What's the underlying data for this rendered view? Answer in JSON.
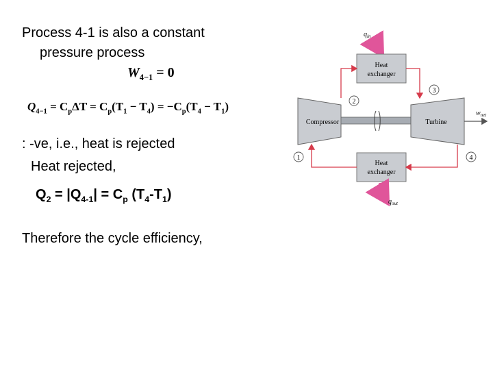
{
  "text": {
    "line1": "Process 4-1 is also a constant",
    "line2": "pressure process",
    "work_eq": {
      "symbol": "W",
      "subscript": "4−1",
      "rhs": "= 0"
    },
    "heat_eq": {
      "lhs": "Q",
      "lhs_sub": "4−1",
      "p1": " = C",
      "p1_sub": "p",
      "p2": "ΔT = C",
      "p2_sub": "p",
      "p3": "(T",
      "p3_sub": "1",
      "p4": " − T",
      "p4_sub": "4",
      "p5": ") = −C",
      "p5_sub": "p",
      "p6": "(T",
      "p6_sub": "4",
      "p7": " − T",
      "p7_sub": "1",
      "p8": ")"
    },
    "line3": ": -ve, i.e., heat is rejected",
    "line4": "Heat rejected,",
    "q2": {
      "a": "Q",
      "a_sub": "2",
      "b": " = |Q",
      "b_sub": "4-1",
      "c": "| = C",
      "c_sub": "p",
      "d": " (T",
      "d_sub": "4",
      "e": "-T",
      "e_sub": "1",
      "f": ")"
    },
    "line6": "Therefore the cycle efficiency,"
  },
  "diagram": {
    "q_in": "q",
    "q_in_sub": "in",
    "q_out": "q",
    "q_out_sub": "out",
    "w_net": "w",
    "w_net_sub": "net",
    "heat_exchanger_top": [
      "Heat",
      "exchanger"
    ],
    "heat_exchanger_bottom": [
      "Heat",
      "exchanger"
    ],
    "compressor": "Compressor",
    "turbine": "Turbine",
    "state_labels": [
      "1",
      "2",
      "3",
      "4"
    ],
    "colors": {
      "box_fill": "#c9ccd1",
      "pipe": "#d63a4a",
      "arrow_pink": "#e0559a",
      "outline": "#555b63"
    }
  }
}
